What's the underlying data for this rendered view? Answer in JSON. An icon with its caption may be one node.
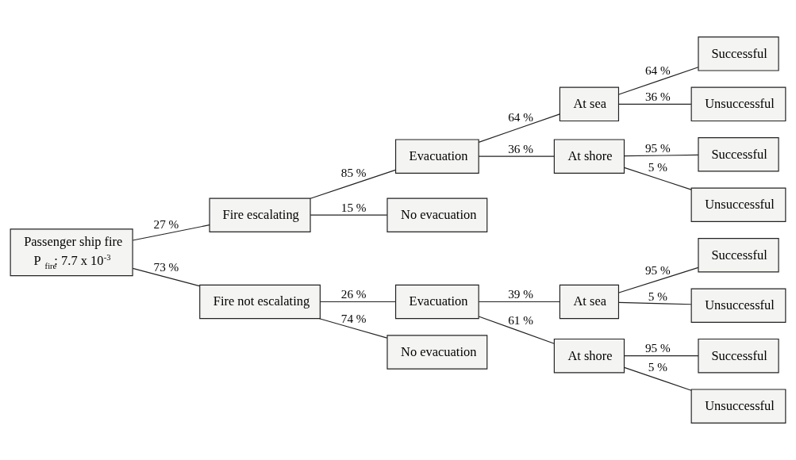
{
  "diagram": {
    "nodes": [
      {
        "text": [
          "Passenger ship fire",
          "P $_{fire}$: 7.7 x 10$^{-3}$"
        ]
      },
      {
        "text": [
          "Fire escalating"
        ]
      },
      {
        "text": [
          "Evacuation"
        ]
      },
      {
        "text": [
          "At sea"
        ]
      },
      {
        "text": [
          "Successful"
        ]
      },
      {
        "text": [
          "Unsuccessful"
        ]
      },
      {
        "text": [
          "At shore"
        ]
      },
      {
        "text": [
          "Successful"
        ]
      },
      {
        "text": [
          "Unsuccessful"
        ]
      },
      {
        "text": [
          "No evacuation"
        ]
      },
      {
        "text": [
          "Fire not escalating"
        ]
      },
      {
        "text": [
          "Evacuation"
        ]
      },
      {
        "text": [
          "At sea"
        ]
      },
      {
        "text": [
          "Successful"
        ]
      },
      {
        "text": [
          "Unsuccessful"
        ]
      },
      {
        "text": [
          "At shore"
        ]
      },
      {
        "text": [
          "Successful"
        ]
      },
      {
        "text": [
          "Unsuccessful"
        ]
      },
      {
        "text": [
          "No evacuation"
        ]
      }
    ],
    "edges": [
      {
        "from": 0,
        "to": 1,
        "arrow": "none",
        "label": "27 %"
      },
      {
        "from": 1,
        "to": 2,
        "arrow": "none",
        "label": "85 %"
      },
      {
        "from": 2,
        "to": 3,
        "arrow": "none",
        "label": "64 %"
      },
      {
        "from": 3,
        "to": 4,
        "arrow": "none",
        "label": "64 %"
      },
      {
        "from": 3,
        "to": 5,
        "arrow": "none",
        "label": "36 %"
      },
      {
        "from": 2,
        "to": 6,
        "arrow": "none",
        "label": "36 %"
      },
      {
        "from": 6,
        "to": 7,
        "arrow": "none",
        "label": "95 %"
      },
      {
        "from": 6,
        "to": 8,
        "arrow": "none",
        "label": "5 %"
      },
      {
        "from": 1,
        "to": 9,
        "arrow": "none",
        "label": "15 %"
      },
      {
        "from": 0,
        "to": 10,
        "arrow": "none",
        "label": "73 %"
      },
      {
        "from": 10,
        "to": 11,
        "arrow": "none",
        "label": "26 %"
      },
      {
        "from": 11,
        "to": 12,
        "arrow": "none",
        "label": "39 %"
      },
      {
        "from": 12,
        "to": 13,
        "arrow": "none",
        "label": "95 %"
      },
      {
        "from": 12,
        "to": 14,
        "arrow": "none",
        "label": "5 %"
      },
      {
        "from": 11,
        "to": 15,
        "arrow": "none",
        "label": "61 %"
      },
      {
        "from": 15,
        "to": 16,
        "arrow": "none",
        "label": "95 %"
      },
      {
        "from": 15,
        "to": 17,
        "arrow": "none",
        "label": "5 %"
      },
      {
        "from": 10,
        "to": 18,
        "arrow": "none",
        "label": "74 %"
      }
    ]
  }
}
